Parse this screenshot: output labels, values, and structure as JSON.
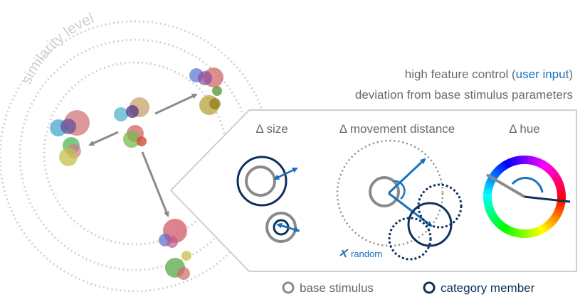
{
  "similarity_label": "similarity level",
  "header": {
    "line1_prefix": "high feature control (",
    "line1_highlight": "user input",
    "line1_suffix": ")",
    "line2": "deviation from base stimulus parameters"
  },
  "panels": {
    "size": "Δ size",
    "movement": "Δ movement distance",
    "hue": "Δ hue"
  },
  "random_label": "random",
  "legend": {
    "base": "base stimulus",
    "category": "category member"
  },
  "colors": {
    "accent_blue": "#1a72bb",
    "navy": "#10305c",
    "gray": "#8a8a8a",
    "light_gray": "#c8c8c8",
    "text_gray": "#666666"
  }
}
